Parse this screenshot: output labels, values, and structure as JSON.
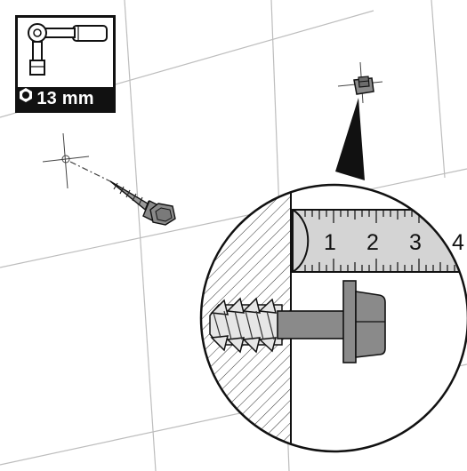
{
  "tool": {
    "icon": "socket-wrench-icon",
    "size_icon": "hex-nut-icon",
    "size_label": "13 mm"
  },
  "ruler": {
    "numbers": [
      "1",
      "2",
      "3",
      "4"
    ]
  },
  "colors": {
    "ink": "#111111",
    "wall_line": "#bdbdbd",
    "ruler_fill": "#d4d4d4",
    "bolt_fill": "#8a8a8a",
    "plug_fill": "#e6e6e6"
  }
}
